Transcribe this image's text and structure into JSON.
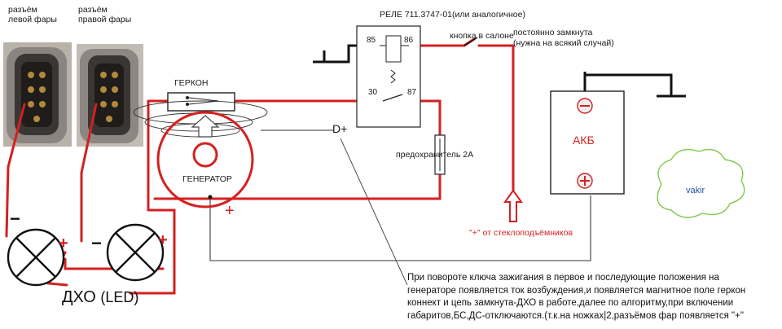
{
  "connectors": {
    "left_label_line1": "разъём",
    "left_label_line2": "левой фары",
    "right_label_line1": "разъём",
    "right_label_line2": "правой фары"
  },
  "relay": {
    "title": "РЕЛЕ 711.3747-01(или аналогичное)",
    "pin_85": "85",
    "pin_86": "86",
    "pin_30": "30",
    "pin_87": "87"
  },
  "cabin_button": {
    "label": "кнопка в салоне",
    "note_line1": "постоянно замкнута",
    "note_line2": "(нужна на всякий случай)"
  },
  "reed_switch_label": "ГЕРКОН",
  "generator_label": "ГЕНЕРАТОР",
  "d_plus_label": "D+",
  "fuse_label": "предохранитель 2А",
  "battery": {
    "label": "АКБ",
    "minus": "−",
    "plus": "+"
  },
  "window_lift_label": "\"+\" от стеклоподъёмников",
  "watermark": "vakir",
  "drl": {
    "label": "ДХО",
    "sublabel": "(LED)",
    "left_minus": "−",
    "left_plus": "+",
    "right_minus": "−",
    "right_plus": "+"
  },
  "generator_plus": "+",
  "description": "При повороте ключа зажигания в первое и последующие положения на генераторе появляется ток возбуждения,и появляется магнитное поле геркон коннект и цепь замкнута-ДХО в работе,далее по алгоритму,при включении габаритов,БС,ДС-отключаются.(т.к.на ножках|2,разъёмов фар появляется \"+\"",
  "colors": {
    "wire_red": "#d42020",
    "wire_black": "#111111",
    "wire_gray": "#777777",
    "cloud": "#7cc94a"
  }
}
